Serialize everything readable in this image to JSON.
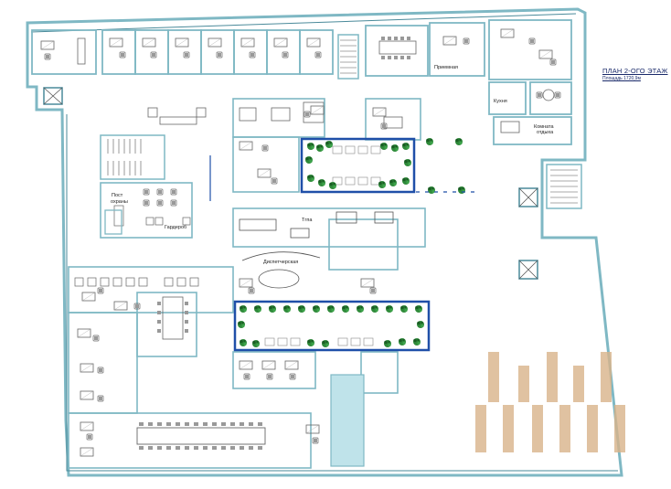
{
  "title": "ПЛАН 2-ОГО ЭТАЖ",
  "subtitle": "Площадь 1720,9м",
  "rooms": {
    "reception": "Приемная",
    "kitchen": "Кухня",
    "rest_room_line1": "Комната",
    "rest_room_line2": "отдыха",
    "security_line1": "Пост",
    "security_line2": "охраны",
    "wardrobe": "Гардероб",
    "dispatch": "Диспетчерская",
    "wc": "Тгпа"
  },
  "colors": {
    "wall": "#7fb8c4",
    "wall_dark": "#4a8a9a",
    "furniture": "#777777",
    "plant": "#1f7a2e",
    "planter_border": "#1f4fa8",
    "atrium": "#bfe3ea",
    "watermark": "#d9b48a"
  },
  "icons": [
    "plant-icon",
    "chair-icon",
    "desk-icon",
    "stairs-icon",
    "elevator-icon"
  ]
}
